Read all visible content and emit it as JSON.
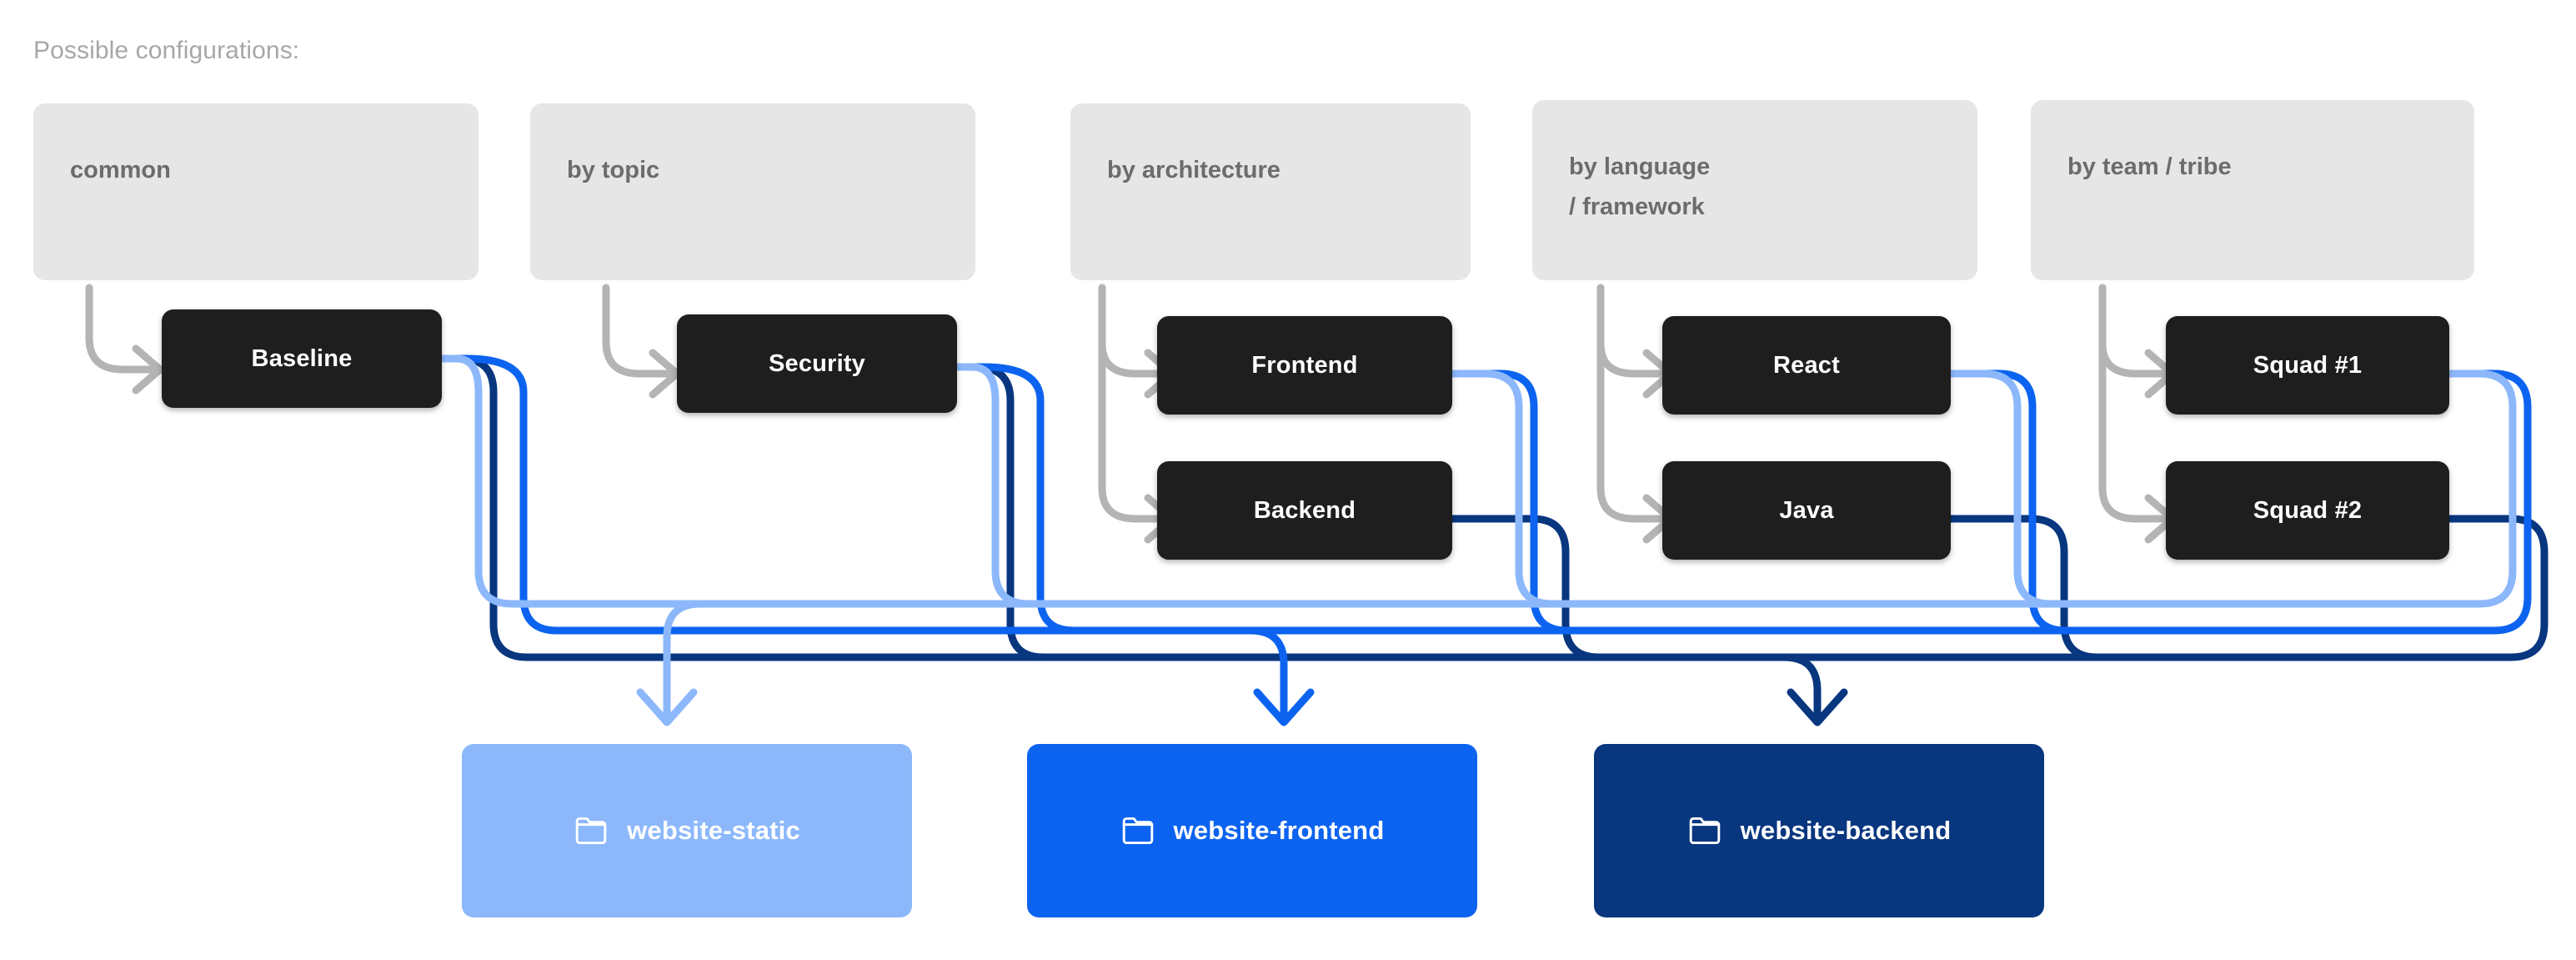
{
  "caption": "Possible configurations:",
  "colors": {
    "page_background": "#ffffff",
    "category_card": "#e6e6e6",
    "category_text": "#6c6c6c",
    "node_box": "#1e1e1e",
    "node_text": "#ffffff",
    "grey_arrow": "#b4b4b4",
    "light_blue": "#8cb8fb",
    "medium_blue": "#0c63f0",
    "dark_blue": "#08367f",
    "caption_text": "#a7a7a7"
  },
  "categories": [
    {
      "id": "common",
      "label": "common"
    },
    {
      "id": "by-topic",
      "label": "by topic"
    },
    {
      "id": "by-architecture",
      "label": "by architecture"
    },
    {
      "id": "by-language",
      "label": "by language\n/ framework"
    },
    {
      "id": "by-team",
      "label": "by team / tribe"
    }
  ],
  "nodes": [
    {
      "id": "baseline",
      "label": "Baseline",
      "category": "common"
    },
    {
      "id": "security",
      "label": "Security",
      "category": "by-topic"
    },
    {
      "id": "frontend",
      "label": "Frontend",
      "category": "by-architecture"
    },
    {
      "id": "backend",
      "label": "Backend",
      "category": "by-architecture"
    },
    {
      "id": "react",
      "label": "React",
      "category": "by-language"
    },
    {
      "id": "java",
      "label": "Java",
      "category": "by-language"
    },
    {
      "id": "squad-1",
      "label": "Squad #1",
      "category": "by-team"
    },
    {
      "id": "squad-2",
      "label": "Squad #2",
      "category": "by-team"
    }
  ],
  "repositories": [
    {
      "id": "website-static",
      "label": "website-static",
      "color": "#8cb8fb",
      "icon": "folder-icon"
    },
    {
      "id": "website-frontend",
      "label": "website-frontend",
      "color": "#0c63f0",
      "icon": "folder-icon"
    },
    {
      "id": "website-backend",
      "label": "website-backend",
      "color": "#08367f",
      "icon": "folder-icon"
    }
  ],
  "edges": [
    {
      "from": "baseline",
      "to": "website-static",
      "color": "#8cb8fb"
    },
    {
      "from": "baseline",
      "to": "website-frontend",
      "color": "#0c63f0"
    },
    {
      "from": "baseline",
      "to": "website-backend",
      "color": "#08367f"
    },
    {
      "from": "security",
      "to": "website-static",
      "color": "#8cb8fb"
    },
    {
      "from": "security",
      "to": "website-frontend",
      "color": "#0c63f0"
    },
    {
      "from": "security",
      "to": "website-backend",
      "color": "#08367f"
    },
    {
      "from": "frontend",
      "to": "website-static",
      "color": "#8cb8fb"
    },
    {
      "from": "frontend",
      "to": "website-frontend",
      "color": "#0c63f0"
    },
    {
      "from": "backend",
      "to": "website-backend",
      "color": "#08367f"
    },
    {
      "from": "react",
      "to": "website-static",
      "color": "#8cb8fb"
    },
    {
      "from": "react",
      "to": "website-frontend",
      "color": "#0c63f0"
    },
    {
      "from": "java",
      "to": "website-backend",
      "color": "#08367f"
    },
    {
      "from": "squad-1",
      "to": "website-static",
      "color": "#8cb8fb"
    },
    {
      "from": "squad-1",
      "to": "website-frontend",
      "color": "#0c63f0"
    },
    {
      "from": "squad-2",
      "to": "website-backend",
      "color": "#08367f"
    }
  ]
}
